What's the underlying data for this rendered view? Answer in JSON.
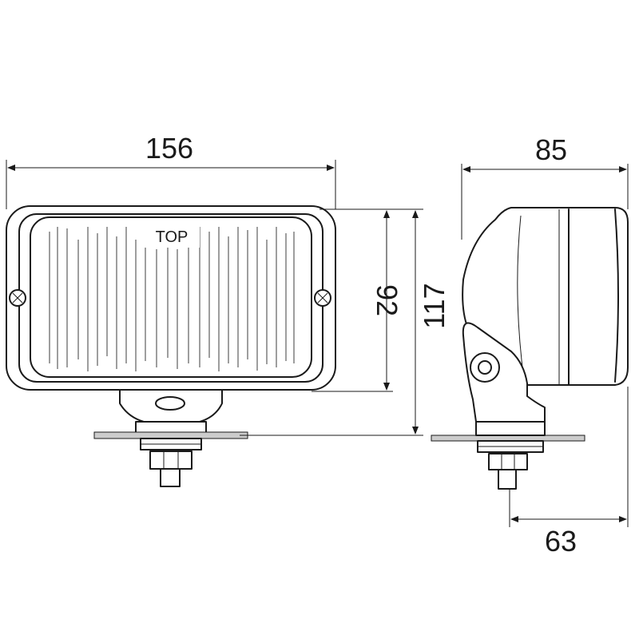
{
  "labels": {
    "lens_marking": "TOP"
  },
  "dimensions": {
    "front_width": "156",
    "lens_height": "92",
    "overall_height": "117",
    "side_depth": "85",
    "mount_offset": "63"
  }
}
